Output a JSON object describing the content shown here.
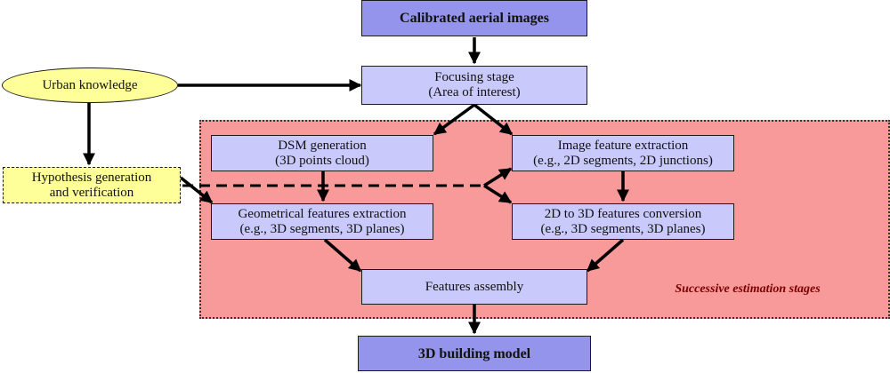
{
  "region": {
    "label": "Successive estimation stages"
  },
  "nodes": {
    "calibrated": "Calibrated aerial images",
    "urban": "Urban knowledge",
    "focusing_1": "Focusing stage",
    "focusing_2": "(Area of interest)",
    "dsm_1": "DSM generation",
    "dsm_2": "(3D points cloud)",
    "image_feat_1": "Image feature extraction",
    "image_feat_2": "(e.g., 2D segments, 2D junctions)",
    "hypothesis_1": "Hypothesis generation",
    "hypothesis_2": "and verification",
    "geom_1": "Geometrical features extraction",
    "geom_2": "(e.g., 3D segments, 3D planes)",
    "conv_1": "2D to 3D features conversion",
    "conv_2": "(e.g., 3D segments, 3D planes)",
    "assembly": "Features assembly",
    "model": "3D building model"
  },
  "colors": {
    "region_fill": "#f99a9a",
    "light_node": "#c9c9fb",
    "dark_node": "#9494ec",
    "knowledge_fill": "#ffff99"
  }
}
